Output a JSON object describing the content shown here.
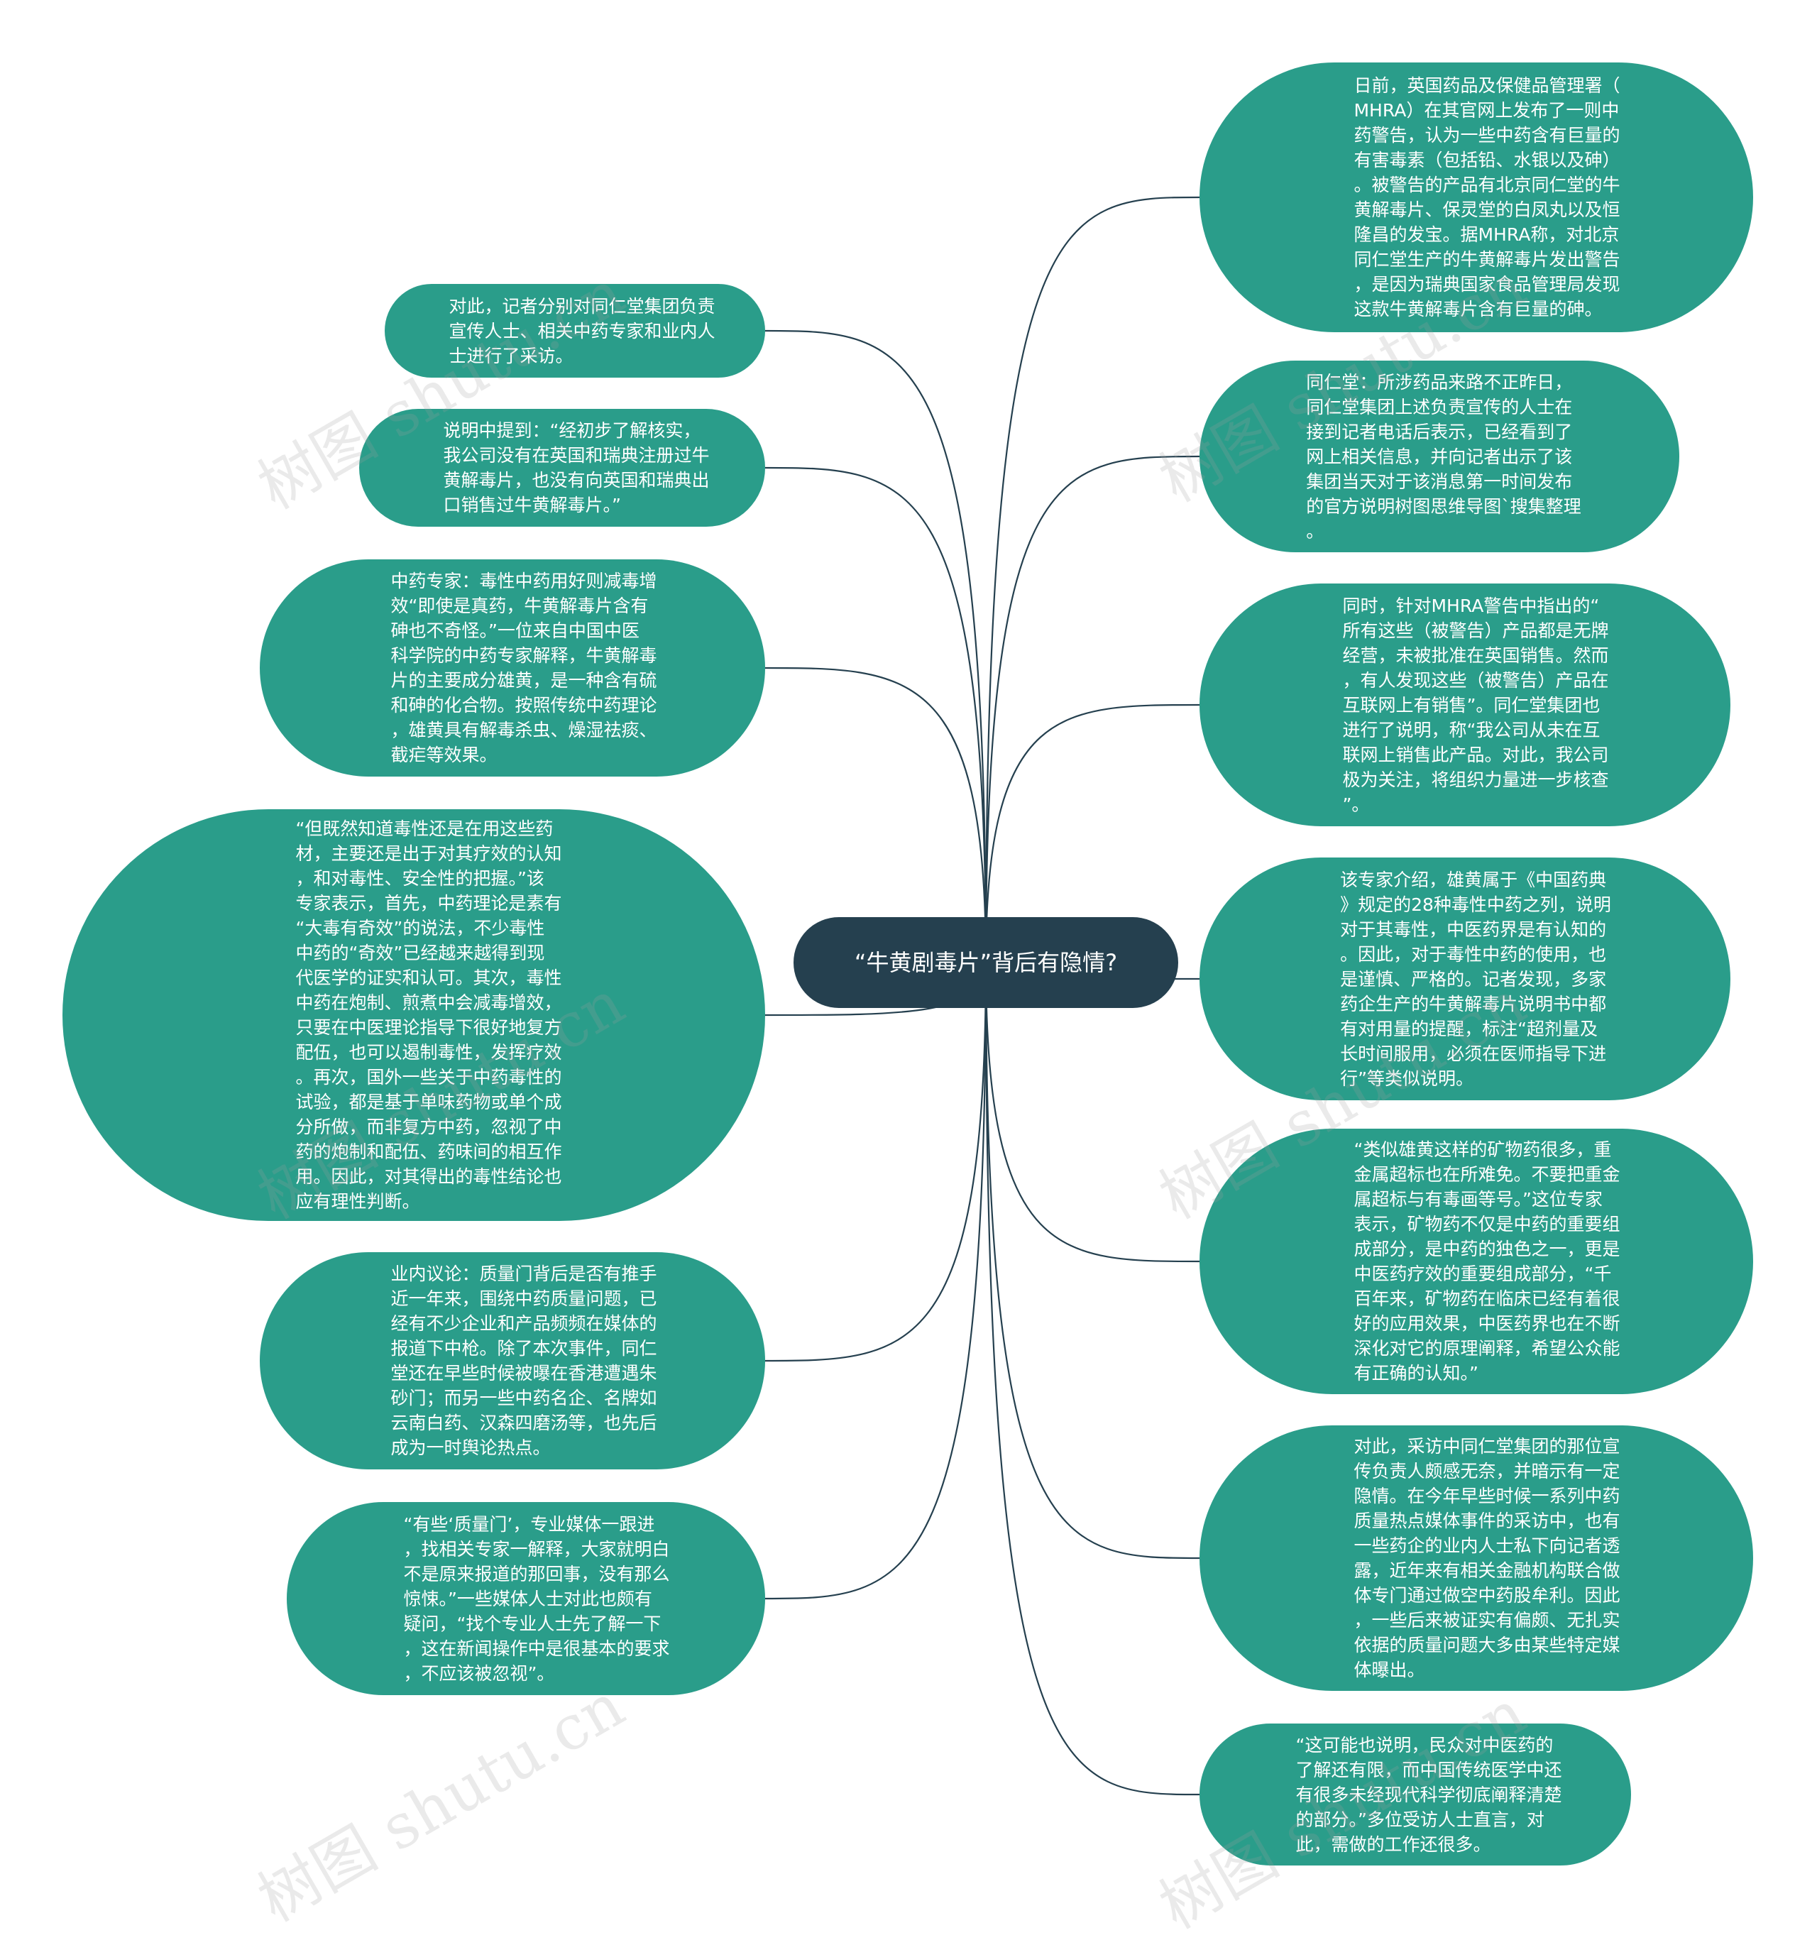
{
  "center": {
    "title": "“牛黄剧毒片”背后有隐情?"
  },
  "nodes": {
    "r1": "日前，英国药品及保健品管理署（\nMHRA）在其官网上发布了一则中\n药警告，认为一些中药含有巨量的\n有害毒素（包括铅、水银以及砷）\n。被警告的产品有北京同仁堂的牛\n黄解毒片、保灵堂的白凤丸以及恒\n隆昌的发宝。据MHRA称，对北京\n同仁堂生产的牛黄解毒片发出警告\n，是因为瑞典国家食品管理局发现\n这款牛黄解毒片含有巨量的砷。",
    "r2": "同仁堂：所涉药品来路不正昨日，\n同仁堂集团上述负责宣传的人士在\n接到记者电话后表示，已经看到了\n网上相关信息，并向记者出示了该\n集团当天对于该消息第一时间发布\n的官方说明树图思维导图`搜集整理\n。",
    "r3": "同时，针对MHRA警告中指出的“\n所有这些（被警告）产品都是无牌\n经营，未被批准在英国销售。然而\n，有人发现这些（被警告）产品在\n互联网上有销售”。同仁堂集团也\n进行了说明，称“我公司从未在互\n联网上销售此产品。对此，我公司\n极为关注，将组织力量进一步核查\n”。",
    "r4": "该专家介绍，雄黄属于《中国药典\n》规定的28种毒性中药之列，说明\n对于其毒性，中医药界是有认知的\n。因此，对于毒性中药的使用，也\n是谨慎、严格的。记者发现，多家\n药企生产的牛黄解毒片说明书中都\n有对用量的提醒，标注“超剂量及\n长时间服用，必须在医师指导下进\n行”等类似说明。",
    "r5": "“类似雄黄这样的矿物药很多，重\n金属超标也在所难免。不要把重金\n属超标与有毒画等号。”这位专家\n表示，矿物药不仅是中药的重要组\n成部分，是中药的独色之一，更是\n中医药疗效的重要组成部分，“千\n百年来，矿物药在临床已经有着很\n好的应用效果，中医药界也在不断\n深化对它的原理阐释，希望公众能\n有正确的认知。”",
    "r6": "对此，采访中同仁堂集团的那位宣\n传负责人颇感无奈，并暗示有一定\n隐情。在今年早些时候一系列中药\n质量热点媒体事件的采访中，也有\n一些药企的业内人士私下向记者透\n露，近年来有相关金融机构联合做\n体专门通过做空中药股牟利。因此\n，一些后来被证实有偏颇、无扎实\n依据的质量问题大多由某些特定媒\n体曝出。",
    "r7": "“这可能也说明，民众对中医药的\n了解还有限，而中国传统医学中还\n有很多未经现代科学彻底阐释清楚\n的部分。”多位受访人士直言，对\n此，需做的工作还很多。",
    "l1": "对此，记者分别对同仁堂集团负责\n宣传人士、相关中药专家和业内人\n士进行了采访。",
    "l2": "说明中提到：“经初步了解核实，\n我公司没有在英国和瑞典注册过牛\n黄解毒片，也没有向英国和瑞典出\n口销售过牛黄解毒片。”",
    "l3": "中药专家：毒性中药用好则减毒增\n效“即使是真药，牛黄解毒片含有\n砷也不奇怪。”一位来自中国中医\n科学院的中药专家解释，牛黄解毒\n片的主要成分雄黄，是一种含有硫\n和砷的化合物。按照传统中药理论\n，雄黄具有解毒杀虫、燥湿祛痰、\n截疟等效果。",
    "l4": "“但既然知道毒性还是在用这些药\n材，主要还是出于对其疗效的认知\n，和对毒性、安全性的把握。”该\n专家表示，首先，中药理论是素有\n“大毒有奇效”的说法，不少毒性\n中药的“奇效”已经越来越得到现\n代医学的证实和认可。其次，毒性\n中药在炮制、煎煮中会减毒增效，\n只要在中医理论指导下很好地复方\n配伍，也可以遏制毒性，发挥疗效\n。再次，国外一些关于中药毒性的\n试验，都是基于单味药物或单个成\n分所做，而非复方中药，忽视了中\n药的炮制和配伍、药味间的相互作\n用。因此，对其得出的毒性结论也\n应有理性判断。",
    "l5": "业内议论：质量门背后是否有推手\n近一年来，围绕中药质量问题，已\n经有不少企业和产品频频在媒体的\n报道下中枪。除了本次事件，同仁\n堂还在早些时候被曝在香港遭遇朱\n砂门；而另一些中药名企、名牌如\n云南白药、汉森四磨汤等，也先后\n成为一时舆论热点。",
    "l6": "“有些‘质量门’，专业媒体一跟进\n，找相关专家一解释，大家就明白\n不是原来报道的那回事，没有那么\n惊悚。”一些媒体人士对此也颇有\n疑问，“找个专业人士先了解一下\n，这在新闻操作中是很基本的要求\n，不应该被忽视”。"
  },
  "watermark": {
    "text": "树图 shutu.cn"
  },
  "colors": {
    "node": "#2a9d8a",
    "center": "#25404f",
    "line": "#25404f"
  }
}
